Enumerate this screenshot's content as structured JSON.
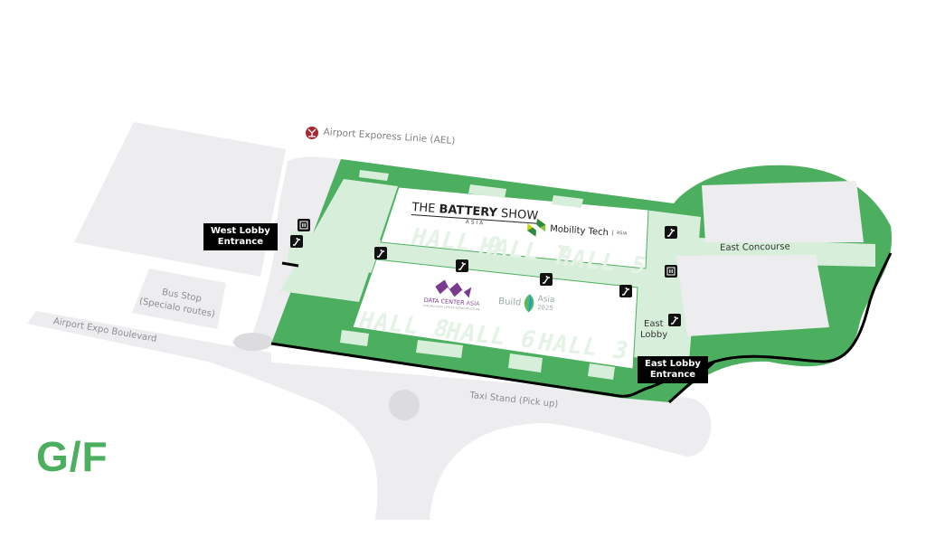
{
  "map": {
    "floor_label": "G/F",
    "colors": {
      "venue_green": "#4caf5f",
      "light_green": "#d7efda",
      "ground_gray": "#ededf0",
      "road_gray": "#f1f1f3",
      "entrance_black": "#000000",
      "mtr_red": "#a3282f"
    },
    "transit": {
      "icon": "mtr-icon",
      "label": "Airport Exporess Linie (AEL)"
    },
    "roads": {
      "boulevard": "Airport Expo Boulevard",
      "bus_stop_line1": "Bus Stop",
      "bus_stop_line2": "(Specialo routes)",
      "taxi_stand": "Taxi Stand (Pick up)"
    },
    "entrances": {
      "west": {
        "line1": "West Lobby",
        "line2": "Entrance"
      },
      "east": {
        "line1": "East Lobby",
        "line2": "Entrance"
      }
    },
    "areas": {
      "east_concourse": "East Concourse",
      "east_lobby_line1": "East",
      "east_lobby_line2": "Lobby"
    },
    "halls": {
      "top": [
        "HALL 9",
        "HALL 7",
        "HALL 5"
      ],
      "bottom": [
        "HALL 8",
        "HALL 6",
        "HALL 3"
      ]
    },
    "events": {
      "battery_show": {
        "pre": "THE ",
        "bold": "BATTERY",
        "post": " SHOW",
        "sub": "A S I A"
      },
      "mobility_tech": {
        "name": "Mobility Tech",
        "sub": "ASIA"
      },
      "data_center": {
        "name_a": "DATA CENTER",
        "name_b": " ASIA",
        "sub": "LEADING DATA CENTER INFRASTRUCTURE"
      },
      "build_asia": {
        "word1": "Build",
        "word2": "Asia",
        "year": "2025"
      }
    },
    "icon_legend": [
      "escalator-icon",
      "lift-icon"
    ]
  }
}
